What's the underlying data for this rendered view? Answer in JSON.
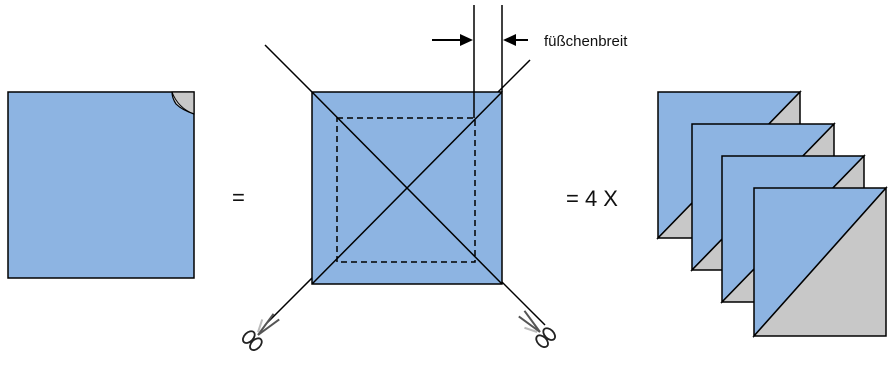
{
  "labels": {
    "seam_width": "füßchenbreit",
    "equals_sign": "=",
    "result_equation": "= 4 X"
  },
  "colors": {
    "fabric_blue": "#8db4e2",
    "fabric_gray": "#c8c8c8",
    "outline": "#000000"
  },
  "icons": {
    "scissors_left": "scissors-icon",
    "scissors_right": "scissors-icon",
    "arrow_left": "arrow-right-icon",
    "arrow_right": "arrow-left-icon"
  },
  "result_squares_count": 4
}
